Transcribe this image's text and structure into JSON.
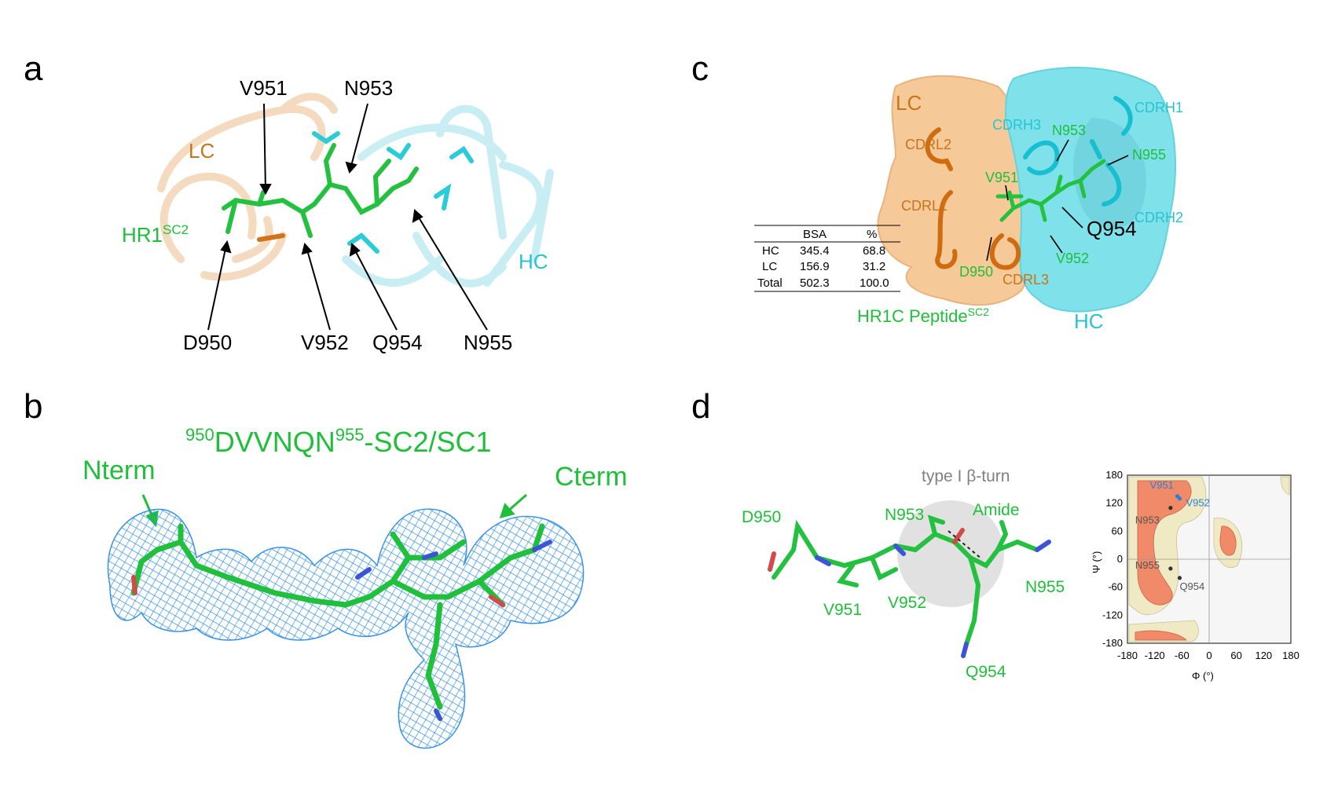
{
  "panels": {
    "a": {
      "letter": "a",
      "lc": "LC",
      "hc": "HC",
      "hr1_main": "HR1",
      "hr1_sup": "SC2",
      "residues": [
        "V951",
        "N953",
        "D950",
        "V952",
        "Q954",
        "N955"
      ]
    },
    "b": {
      "letter": "b",
      "title_sup1": "950",
      "title_main": "DVVNQN",
      "title_sup2": "955",
      "title_tail": "-SC2/SC1",
      "nterm": "Nterm",
      "cterm": "Cterm"
    },
    "c": {
      "letter": "c",
      "lc": "LC",
      "hc": "HC",
      "cdrs": [
        "CDRH1",
        "CDRH3",
        "CDRL2",
        "CDRL1",
        "CDRH2",
        "CDRL3"
      ],
      "residues": [
        "N953",
        "N955",
        "V951",
        "Q954",
        "V952",
        "D950"
      ],
      "peptide_main": "HR1C Peptide",
      "peptide_sup": "SC2",
      "table": {
        "headers": [
          "",
          "BSA",
          "%"
        ],
        "rows": [
          [
            "HC",
            "345.4",
            "68.8"
          ],
          [
            "LC",
            "156.9",
            "31.2"
          ],
          [
            "Total",
            "502.3",
            "100.0"
          ]
        ]
      }
    },
    "d": {
      "letter": "d",
      "turn_label": "type I β-turn",
      "amide": "Amide",
      "residues": [
        "D950",
        "N953",
        "V951",
        "V952",
        "N955",
        "Q954"
      ],
      "rama": {
        "x_label": "Φ (°)",
        "y_label": "Ψ (°)",
        "ticks": [
          "-180",
          "-120",
          "-60",
          "0",
          "60",
          "120",
          "180"
        ],
        "points": [
          {
            "label": "V951",
            "phi": -70,
            "psi": 135
          },
          {
            "label": "V952",
            "phi": -65,
            "psi": 130
          },
          {
            "label": "N953",
            "phi": -85,
            "psi": 110
          },
          {
            "label": "N955",
            "phi": -85,
            "psi": -20
          },
          {
            "label": "Q954",
            "phi": -65,
            "psi": -40
          }
        ]
      }
    }
  },
  "colors": {
    "green": "#1fbf3a",
    "cyan": "#27c3d2",
    "orange": "#c8741b",
    "mesh": "#2d8de8",
    "rama_core": "#f08a68",
    "rama_allowed": "#efe9c4"
  }
}
